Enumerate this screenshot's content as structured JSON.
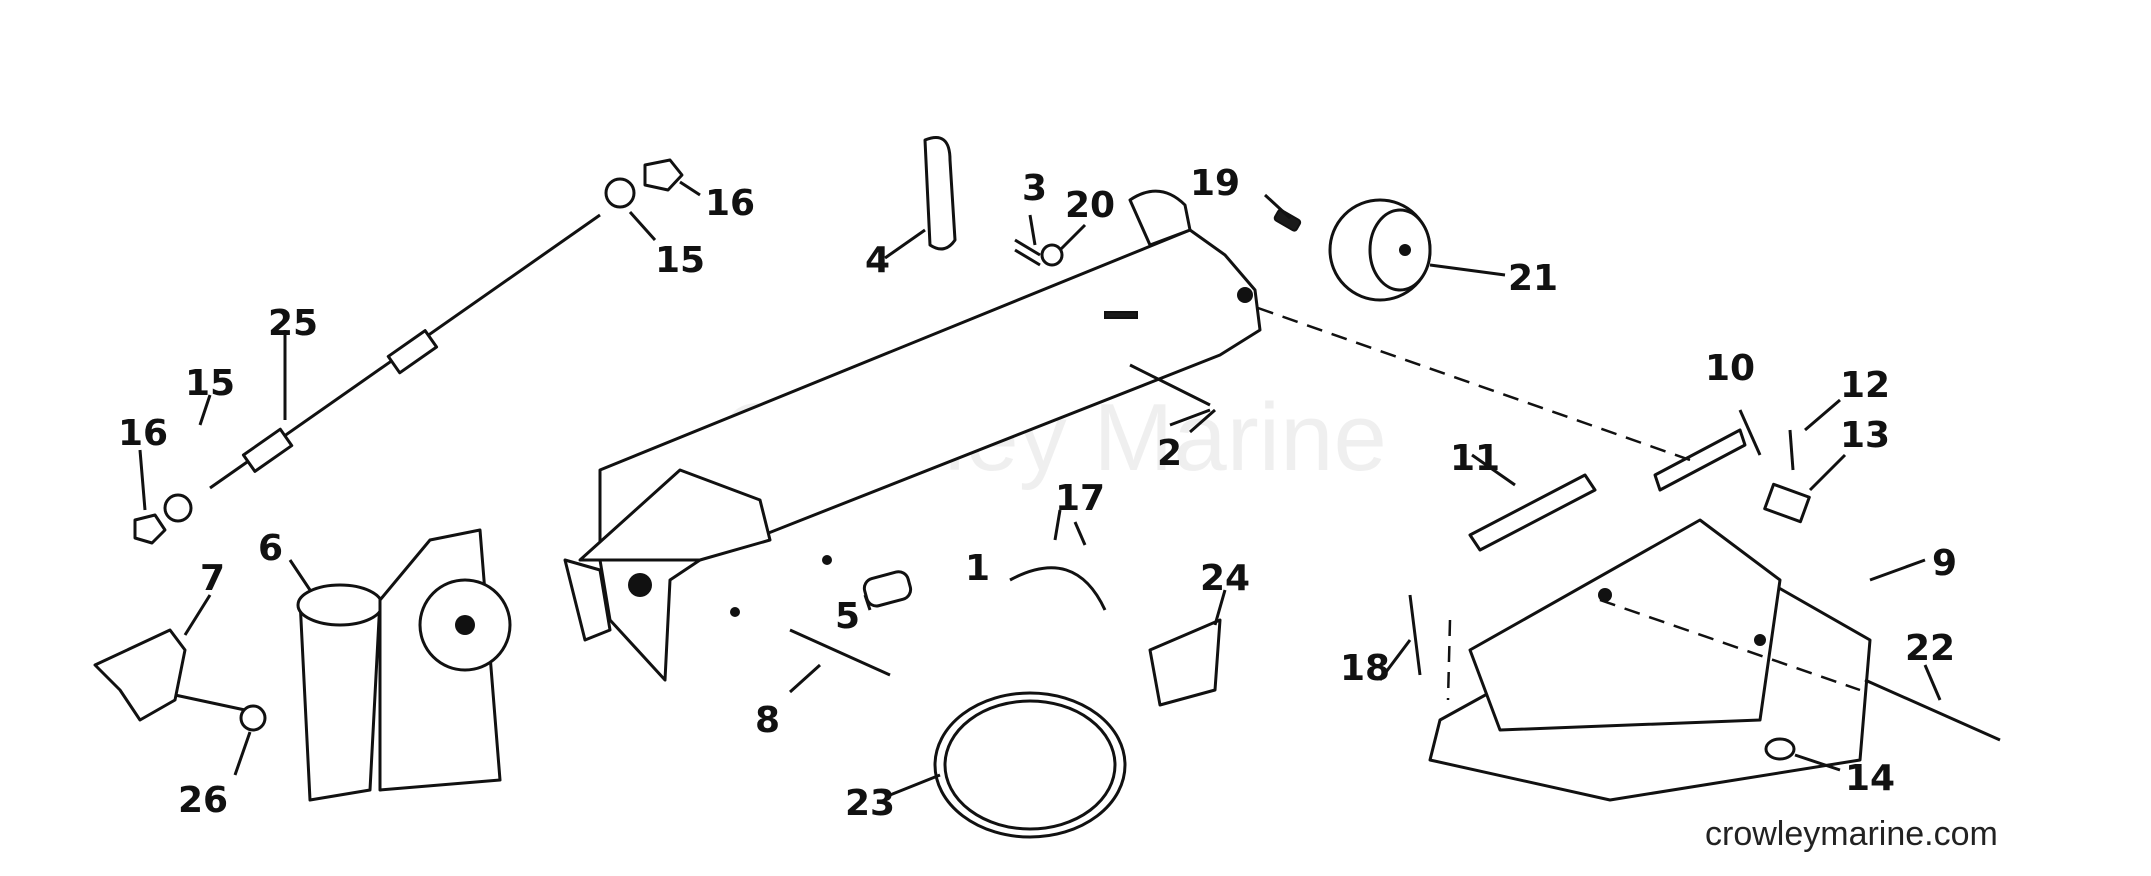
{
  "diagram": {
    "watermark": "Crowley Marine",
    "site_label": "crowleymarine.com",
    "callouts": {
      "c1": "1",
      "c2": "2",
      "c3": "3",
      "c4": "4",
      "c5": "5",
      "c6": "6",
      "c7": "7",
      "c8": "8",
      "c9": "9",
      "c10": "10",
      "c11": "11",
      "c12": "12",
      "c13": "13",
      "c14": "14",
      "c15a": "15",
      "c15b": "15",
      "c16a": "16",
      "c16b": "16",
      "c17": "17",
      "c18": "18",
      "c19": "19",
      "c20": "20",
      "c21": "21",
      "c22": "22",
      "c23": "23",
      "c24": "24",
      "c25": "25",
      "c26": "26"
    }
  }
}
